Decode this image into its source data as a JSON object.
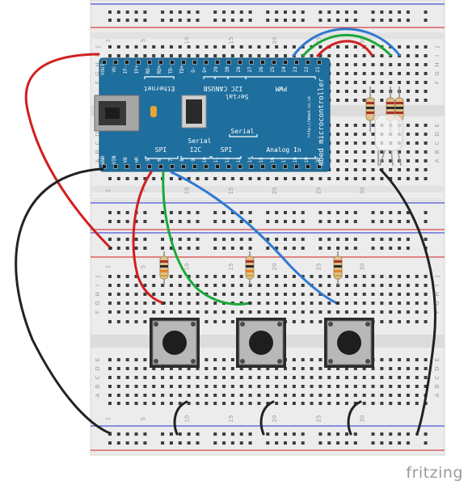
{
  "app": {
    "watermark": "fritzing"
  },
  "colors": {
    "board": "#1f6f9e",
    "breadboard": "#ececec",
    "hole": "#3d3d3d",
    "rail_red": "#d64545",
    "rail_blue": "#4a56d6",
    "wire_red": "#d11f1f",
    "wire_green": "#1aa83a",
    "wire_blue": "#2f79d1",
    "wire_black": "#222222"
  },
  "breadboard": {
    "column_numbers": [
      "1",
      "5",
      "10",
      "15",
      "20",
      "25",
      "30"
    ],
    "row_letters": [
      "A",
      "B",
      "C",
      "D",
      "E",
      "F",
      "G",
      "H",
      "I",
      "J"
    ]
  },
  "mbed": {
    "title": "mbed microcontroller",
    "url": "http://mbed.co.uk",
    "pins_top": [
      "VOUT",
      "VU",
      "IF-",
      "IF+",
      "RD-",
      "RD+",
      "TD-",
      "TD+",
      "D-",
      "D+",
      "29",
      "30",
      "28",
      "27",
      "26",
      "25",
      "24",
      "23",
      "22",
      "21"
    ],
    "pins_bottom": [
      "GND",
      "VIN",
      "VB",
      "nR",
      "5",
      "6",
      "7",
      "8",
      "9",
      "10",
      "11",
      "12",
      "13",
      "14",
      "15",
      "16",
      "17",
      "18",
      "19",
      "20"
    ],
    "labels": {
      "ethernet": "Ethernet",
      "usb": "USB",
      "can": "CAN",
      "i2c_top": "I2C",
      "serial_top": "Serial",
      "pwm": "PWM",
      "serial_mid": "Serial",
      "serial_left": "Serial",
      "spi_left": "SPI",
      "i2c_mid": "I2C",
      "spi_mid": "SPI",
      "analog_in": "Analog In"
    }
  }
}
